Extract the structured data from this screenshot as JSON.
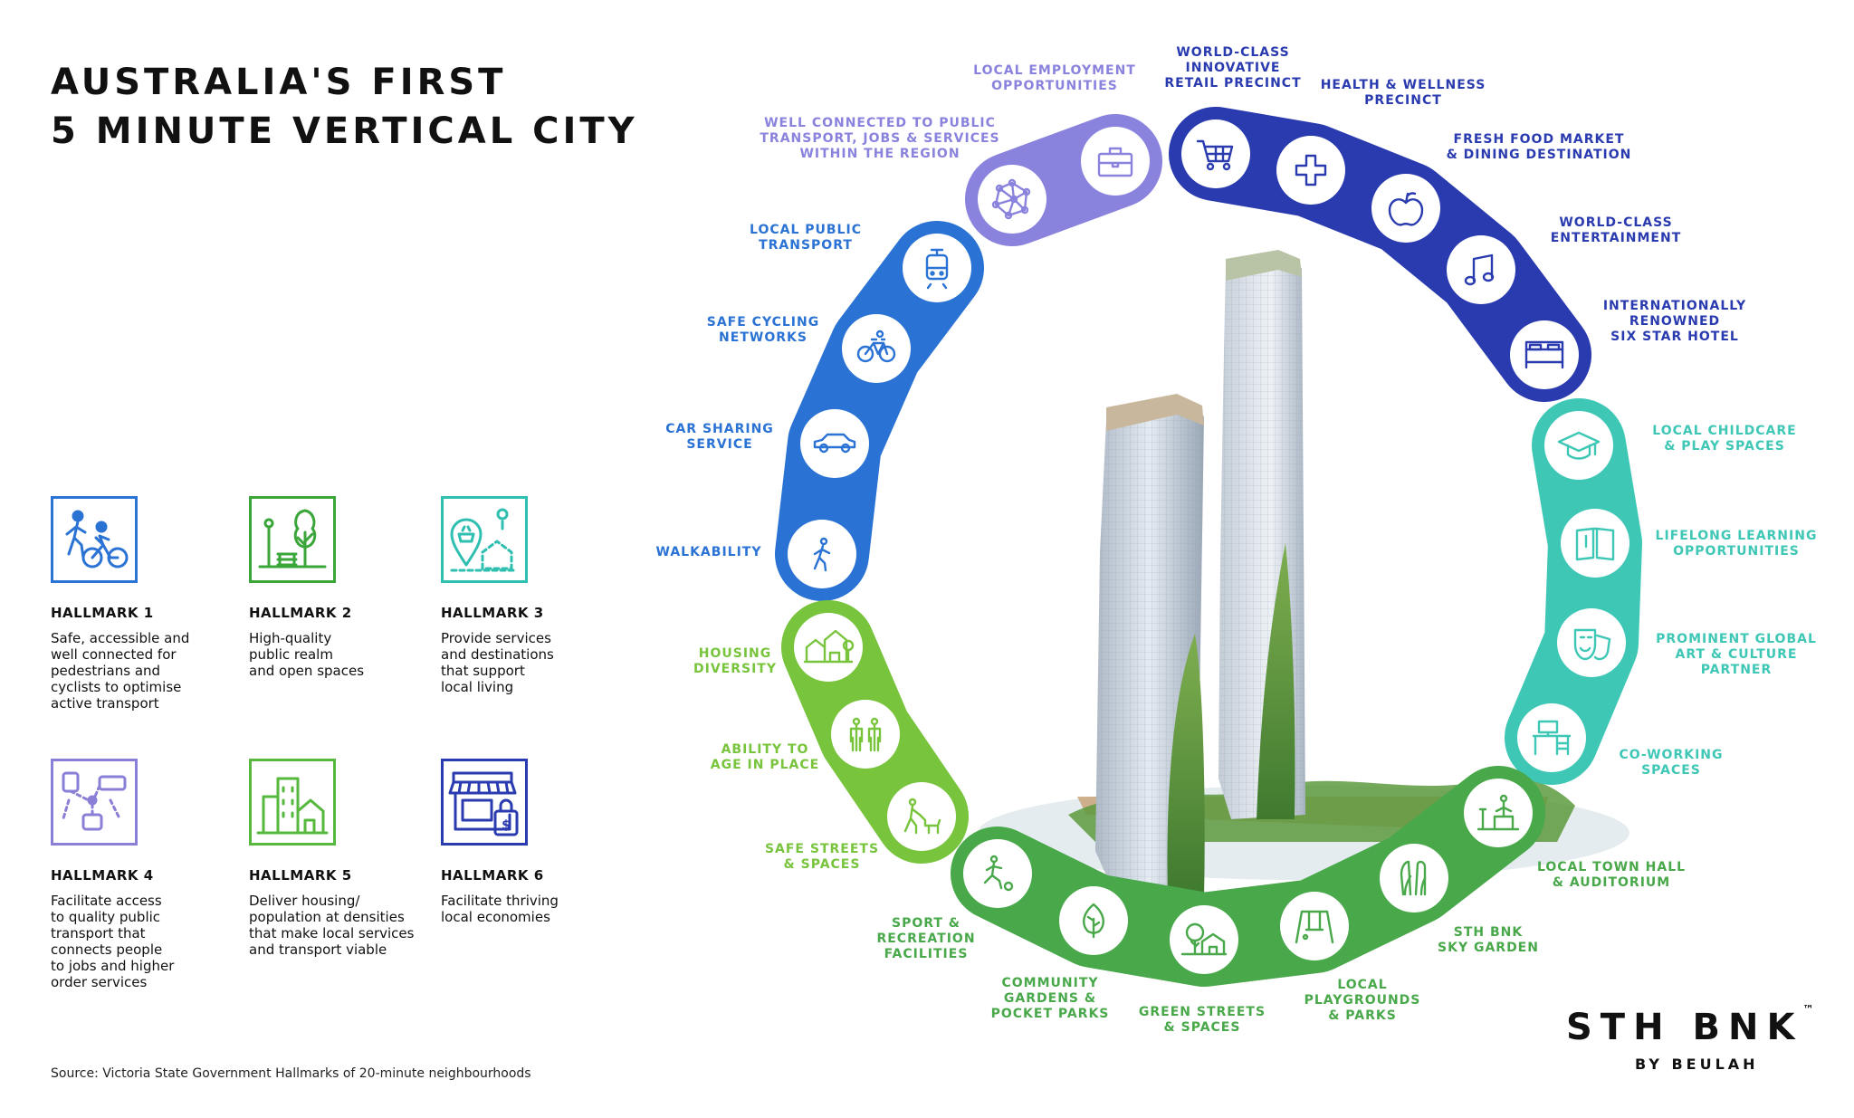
{
  "title": {
    "line1": "AUSTRALIA'S FIRST",
    "line2": "5 MINUTE VERTICAL CITY"
  },
  "colors": {
    "blue": "#2a73d4",
    "purple": "#8a83dd",
    "navy": "#2a3bb0",
    "teal": "#3fc7b6",
    "green": "#48a84a",
    "lime": "#78c43c"
  },
  "hallmarks": [
    {
      "label": "HALLMARK 1",
      "desc": [
        "Safe, accessible and",
        "well connected for",
        "pedestrians and",
        "cyclists  to optimise",
        "active transport"
      ],
      "color": "#2a73d4",
      "icon": "walk-cycle-icon"
    },
    {
      "label": "HALLMARK 2",
      "desc": [
        "High-quality",
        "public realm",
        "and open spaces"
      ],
      "color": "#3aa63a",
      "icon": "park-bench-icon"
    },
    {
      "label": "HALLMARK 3",
      "desc": [
        "Provide services",
        "and destinations",
        "that support",
        "local living"
      ],
      "color": "#2fbfb0",
      "icon": "local-services-icon"
    },
    {
      "label": "HALLMARK 4",
      "desc": [
        "Facilitate access",
        "to quality public",
        "transport that",
        "connects people",
        "to jobs and higher",
        "order services"
      ],
      "color": "#8a7fd6",
      "icon": "transport-network-icon"
    },
    {
      "label": "HALLMARK 5",
      "desc": [
        "Deliver housing/",
        "population at densities",
        "that make local  services",
        "and transport viable"
      ],
      "color": "#56b83c",
      "icon": "housing-density-icon"
    },
    {
      "label": "HALLMARK 6",
      "desc": [
        "Facilitate thriving",
        "local economies"
      ],
      "color": "#2a3bb0",
      "icon": "shopfront-icon"
    }
  ],
  "ring_items": [
    {
      "name": "walkability",
      "label": [
        "WALKABILITY"
      ],
      "icon": "walking-person-icon",
      "group": "blue"
    },
    {
      "name": "car-sharing",
      "label": [
        "CAR SHARING",
        "SERVICE"
      ],
      "icon": "car-icon",
      "group": "blue"
    },
    {
      "name": "safe-cycling",
      "label": [
        "SAFE CYCLING",
        "NETWORKS"
      ],
      "icon": "bicycle-icon",
      "group": "blue"
    },
    {
      "name": "local-public-transport",
      "label": [
        "LOCAL PUBLIC",
        "TRANSPORT"
      ],
      "icon": "tram-icon",
      "group": "blue"
    },
    {
      "name": "well-connected",
      "label": [
        "WELL CONNECTED TO PUBLIC",
        "TRANSPORT, JOBS & SERVICES",
        "WITHIN THE REGION"
      ],
      "icon": "network-icon",
      "group": "purple"
    },
    {
      "name": "local-employment",
      "label": [
        "LOCAL EMPLOYMENT",
        "OPPORTUNITIES"
      ],
      "icon": "briefcase-icon",
      "group": "purple"
    },
    {
      "name": "retail-precinct",
      "label": [
        "WORLD-CLASS",
        "INNOVATIVE",
        "RETAIL PRECINCT"
      ],
      "icon": "shopping-cart-icon",
      "group": "navy"
    },
    {
      "name": "health-wellness",
      "label": [
        "HEALTH & WELLNESS",
        "PRECINCT"
      ],
      "icon": "medical-cross-icon",
      "group": "navy"
    },
    {
      "name": "fresh-food-market",
      "label": [
        "FRESH FOOD MARKET",
        "& DINING DESTINATION"
      ],
      "icon": "apple-icon",
      "group": "navy"
    },
    {
      "name": "entertainment",
      "label": [
        "WORLD-CLASS",
        "ENTERTAINMENT"
      ],
      "icon": "music-note-icon",
      "group": "navy"
    },
    {
      "name": "six-star-hotel",
      "label": [
        "INTERNATIONALLY",
        "RENOWNED",
        "SIX STAR HOTEL"
      ],
      "icon": "bed-icon",
      "group": "navy"
    },
    {
      "name": "childcare",
      "label": [
        "LOCAL CHILDCARE",
        "& PLAY SPACES"
      ],
      "icon": "graduation-cap-icon",
      "group": "teal"
    },
    {
      "name": "lifelong-learning",
      "label": [
        "LIFELONG LEARNING",
        "OPPORTUNITIES"
      ],
      "icon": "book-icon",
      "group": "teal"
    },
    {
      "name": "art-culture",
      "label": [
        "PROMINENT GLOBAL",
        "ART & CULTURE",
        "PARTNER"
      ],
      "icon": "theatre-masks-icon",
      "group": "teal"
    },
    {
      "name": "co-working",
      "label": [
        "CO-WORKING",
        "SPACES"
      ],
      "icon": "desk-icon",
      "group": "teal"
    },
    {
      "name": "town-hall",
      "label": [
        "LOCAL TOWN HALL",
        "& AUDITORIUM"
      ],
      "icon": "podium-icon",
      "group": "green"
    },
    {
      "name": "sky-garden",
      "label": [
        "STH BNK",
        "SKY GARDEN"
      ],
      "icon": "towers-icon",
      "group": "green"
    },
    {
      "name": "playgrounds",
      "label": [
        "LOCAL",
        "PLAYGROUNDS",
        "& PARKS"
      ],
      "icon": "swing-icon",
      "group": "green"
    },
    {
      "name": "green-streets",
      "label": [
        "GREEN STREETS",
        "& SPACES"
      ],
      "icon": "house-tree-icon",
      "group": "green"
    },
    {
      "name": "community-gardens",
      "label": [
        "COMMUNITY",
        "GARDENS &",
        "POCKET PARKS"
      ],
      "icon": "leaf-icon",
      "group": "green"
    },
    {
      "name": "sport-recreation",
      "label": [
        "SPORT &",
        "RECREATION",
        "FACILITIES"
      ],
      "icon": "football-player-icon",
      "group": "green"
    },
    {
      "name": "safe-streets",
      "label": [
        "SAFE STREETS",
        "& SPACES"
      ],
      "icon": "dog-walker-icon",
      "group": "lime"
    },
    {
      "name": "age-in-place",
      "label": [
        "ABILITY TO",
        "AGE IN PLACE"
      ],
      "icon": "family-icon",
      "group": "lime"
    },
    {
      "name": "housing-diversity",
      "label": [
        "HOUSING",
        "DIVERSITY"
      ],
      "icon": "houses-icon",
      "group": "lime"
    }
  ],
  "source": "Source: Victoria State Government Hallmarks of 20-minute neighbourhoods",
  "brand": {
    "name": "STH BNK",
    "tm": "™",
    "sub": "BY BEULAH"
  }
}
